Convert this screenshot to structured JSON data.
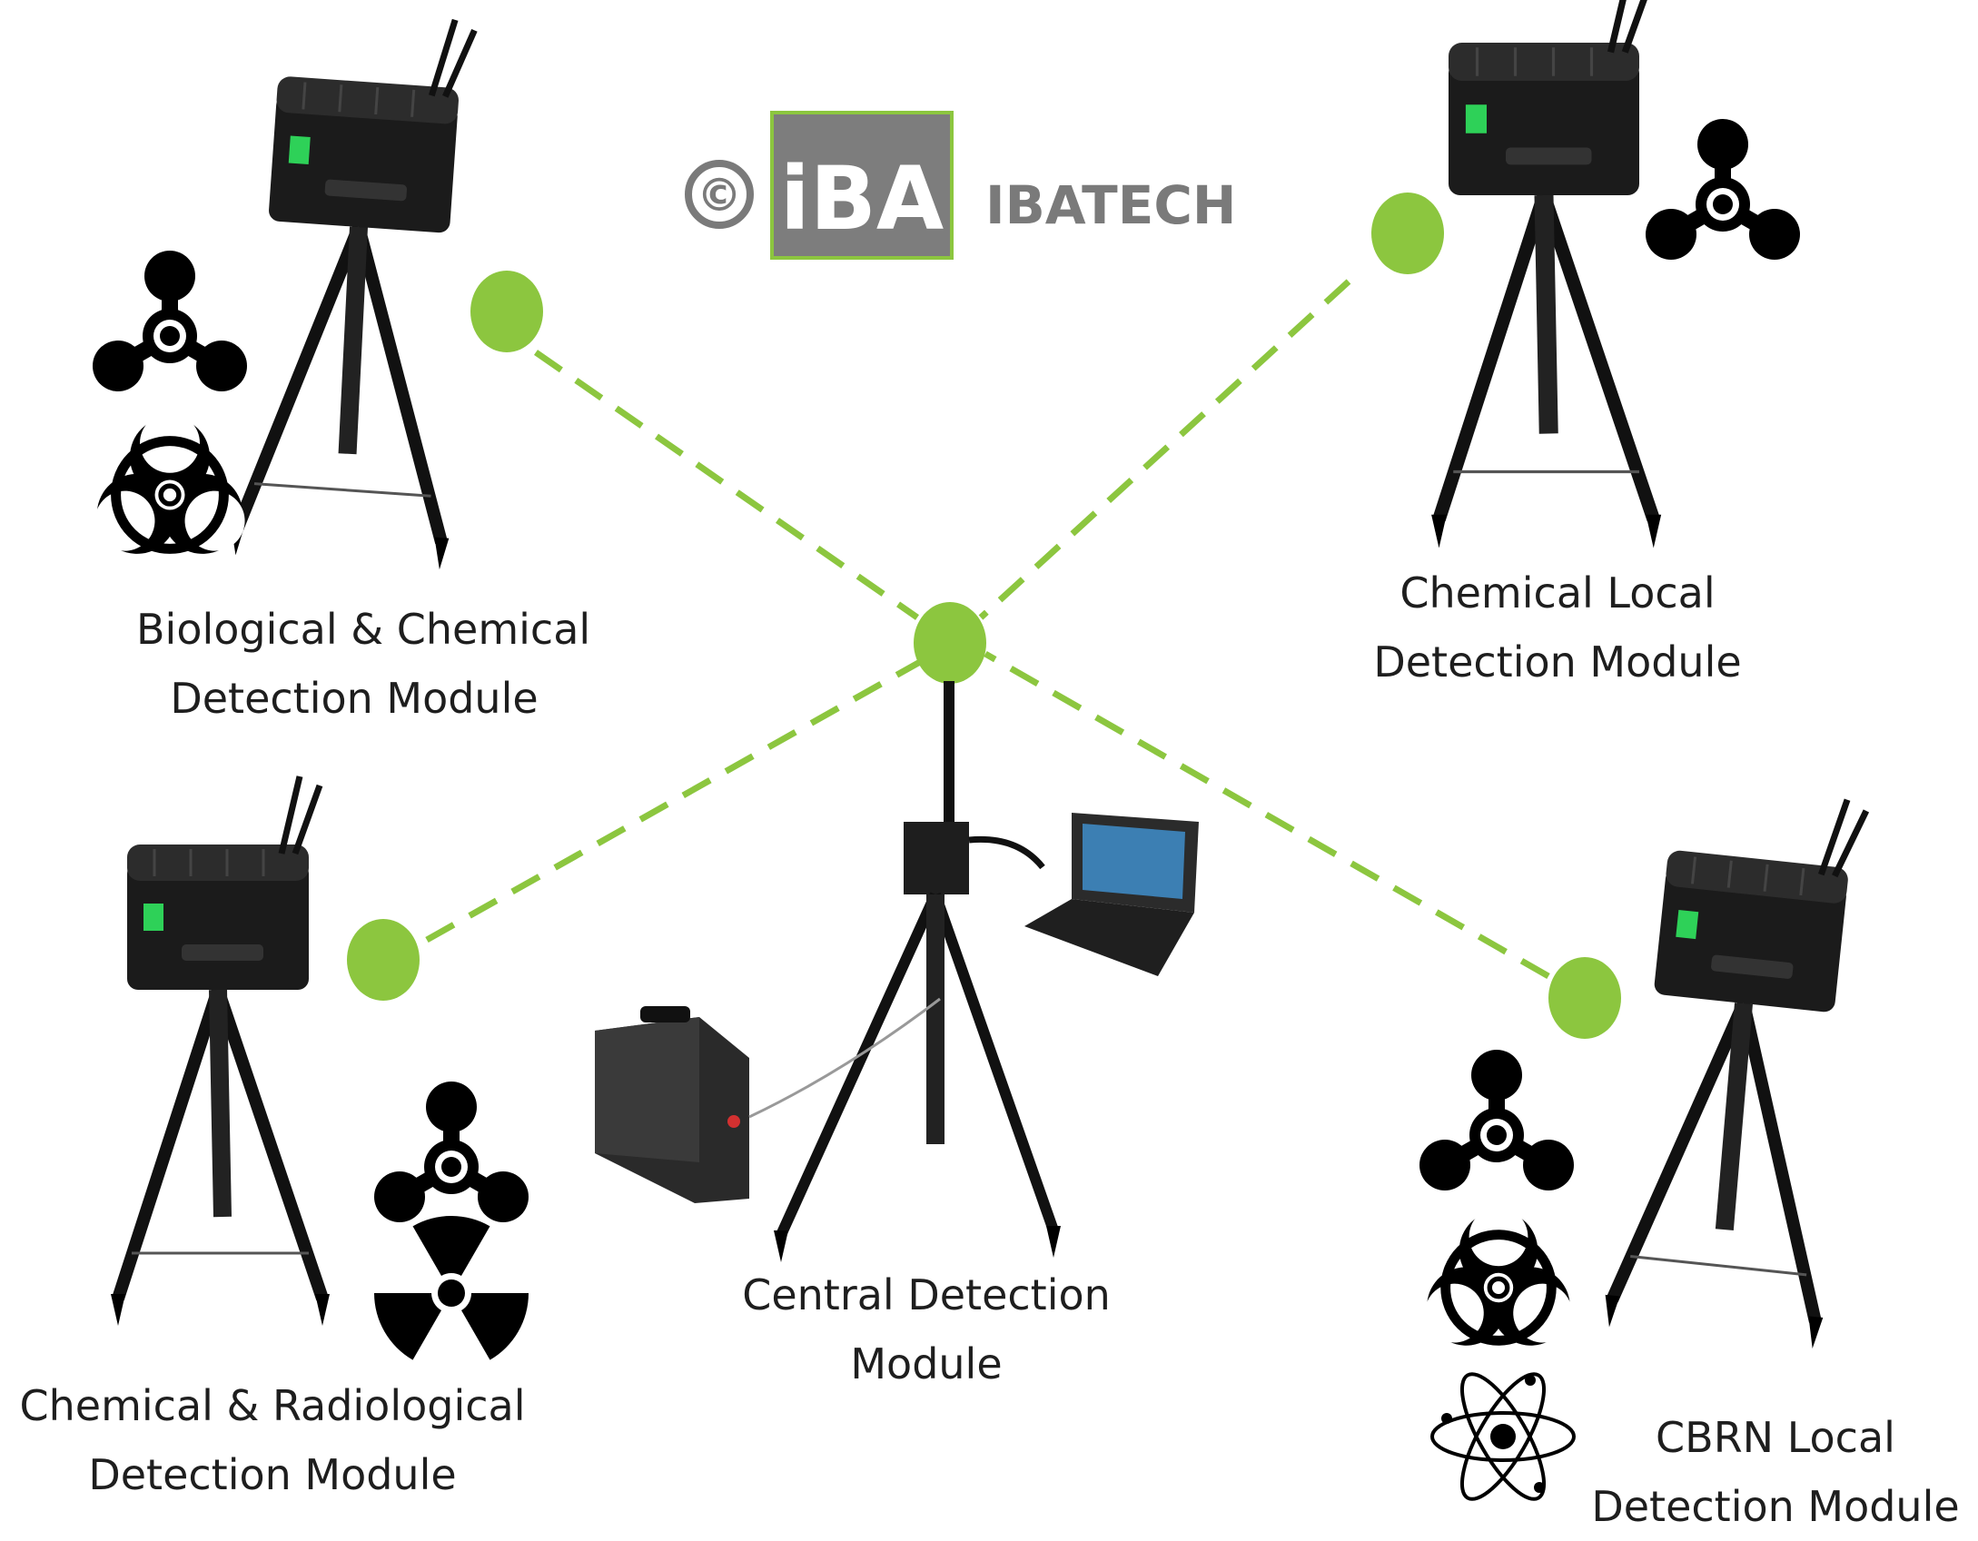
{
  "logo": {
    "copyright_symbol": "©",
    "mark_text": "iBA",
    "company": "IBATECH",
    "colors": {
      "gray": "#7d7d7d",
      "green": "#8cc63f"
    }
  },
  "network": {
    "link_color": "#8cc63f",
    "node_color": "#8cc63f"
  },
  "modules": [
    {
      "id": "bio-chem",
      "line1": "Biological & Chemical",
      "line2": "Detection Module",
      "hazard_icons": [
        "chemical-weapon-icon",
        "biohazard-icon"
      ]
    },
    {
      "id": "chem-local",
      "line1": "Chemical Local",
      "line2": "Detection Module",
      "hazard_icons": [
        "chemical-weapon-icon"
      ]
    },
    {
      "id": "central",
      "line1": "Central Detection",
      "line2": "Module",
      "hazard_icons": []
    },
    {
      "id": "chem-rad",
      "line1": "Chemical & Radiological",
      "line2": "Detection Module",
      "hazard_icons": [
        "chemical-weapon-icon",
        "radiation-icon"
      ]
    },
    {
      "id": "cbrn-local",
      "line1": "CBRN Local",
      "line2": "Detection Module",
      "hazard_icons": [
        "chemical-weapon-icon",
        "biohazard-icon",
        "atom-icon"
      ]
    }
  ]
}
